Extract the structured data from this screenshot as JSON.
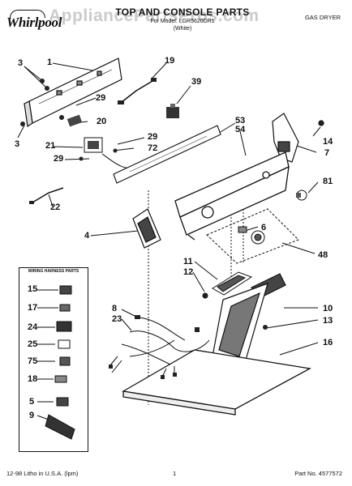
{
  "header": {
    "brand": "Whirlpool",
    "watermark": "AppliancePartsPros.com",
    "title": "TOP AND CONSOLE PARTS",
    "subtitle": "For Model: LGR5620DR1",
    "subtitle2": "(White)",
    "product_type": "GAS DRYER"
  },
  "callouts": [
    "1",
    "3",
    "3",
    "19",
    "29",
    "39",
    "20",
    "29",
    "72",
    "21",
    "29",
    "22",
    "53",
    "54",
    "14",
    "7",
    "81",
    "4",
    "6",
    "48",
    "11",
    "12",
    "8",
    "23",
    "10",
    "13",
    "16"
  ],
  "harness_box": {
    "title": "WIRING HARNESS PARTS",
    "items": [
      "15",
      "17",
      "24",
      "25",
      "75",
      "18",
      "5",
      "9"
    ]
  },
  "footer": {
    "lithograph": "12-98 Litho in U.S.A. (lpm)",
    "page": "1",
    "part_no": "Part No. 4577572"
  }
}
